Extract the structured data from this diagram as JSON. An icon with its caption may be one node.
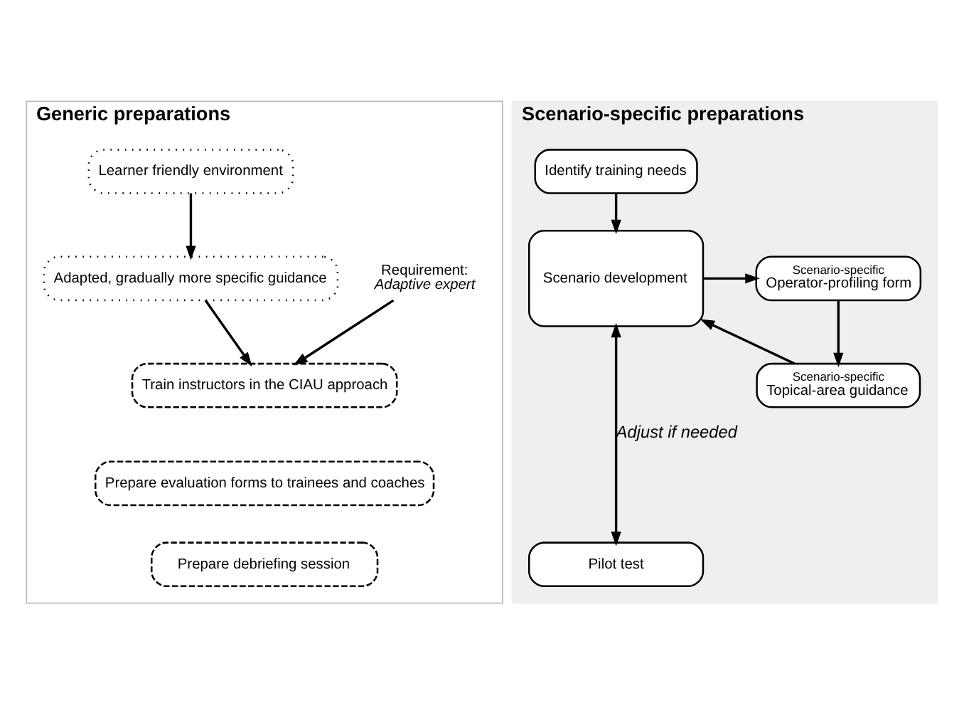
{
  "diagram": {
    "nodes": [
      {
        "text": [
          "Generic preparations"
        ]
      },
      {
        "text": [
          "Scenario-specific preparations"
        ]
      },
      {
        "text": [
          "Requirement:",
          "Adaptive expert"
        ],
        "in": 0
      },
      {
        "text": [
          "Learner friendly environment"
        ],
        "in": 0
      },
      {
        "text": [
          "Adapted, gradually more specific guidance"
        ],
        "in": 0
      },
      {
        "text": [
          "Train instructors in the CIAU approach"
        ],
        "in": 0
      },
      {
        "text": [
          "Prepare evaluation forms to trainees and coaches"
        ],
        "in": 0
      },
      {
        "text": [
          "Prepare debriefing session"
        ],
        "in": 0
      },
      {
        "text": [
          "Identify training needs"
        ],
        "in": 1
      },
      {
        "text": [
          "Scenario development"
        ],
        "in": 1
      },
      {
        "text": [
          "Scenario-specific",
          "Operator-profiling form"
        ],
        "in": 1
      },
      {
        "text": [
          "Scenario-specific",
          "Topical-area guidance"
        ],
        "in": 1
      },
      {
        "text": [
          "Pilot test"
        ],
        "in": 1
      }
    ],
    "edges": [
      {
        "from": 3,
        "to": 4,
        "arrow": "to"
      },
      {
        "from": 2,
        "to": 5,
        "arrow": "to"
      },
      {
        "from": 4,
        "to": 5,
        "arrow": "to"
      },
      {
        "from": 8,
        "to": 9,
        "arrow": "to"
      },
      {
        "from": 9,
        "to": 10,
        "arrow": "to"
      },
      {
        "from": 10,
        "to": 11,
        "arrow": "to"
      },
      {
        "from": 11,
        "to": 9,
        "arrow": "to"
      },
      {
        "from": 12,
        "to": 9,
        "arrow": "both",
        "label": "Adjust if needed"
      }
    ]
  }
}
